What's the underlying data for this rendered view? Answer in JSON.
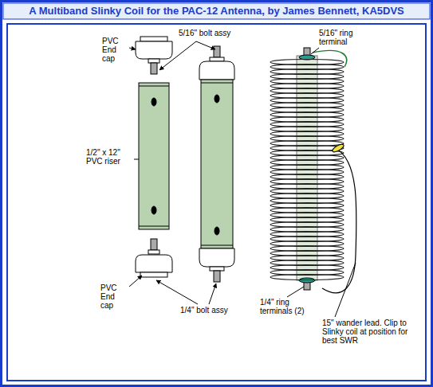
{
  "diagram": {
    "title": "A Multiband Slinky Coil for the PAC-12 Antenna, by James Bennett, KA5DVS",
    "labels": [
      "PVC End cap",
      "5/16\" bolt assy",
      "5/16\" ring terminal",
      "1/2\" x 12\" PVC riser",
      "PVC End cap",
      "1/4\" bolt assy",
      "1/4\" ring terminals (2)",
      "15\" wander lead. Clip to Slinky coil at position for best SWR"
    ]
  }
}
